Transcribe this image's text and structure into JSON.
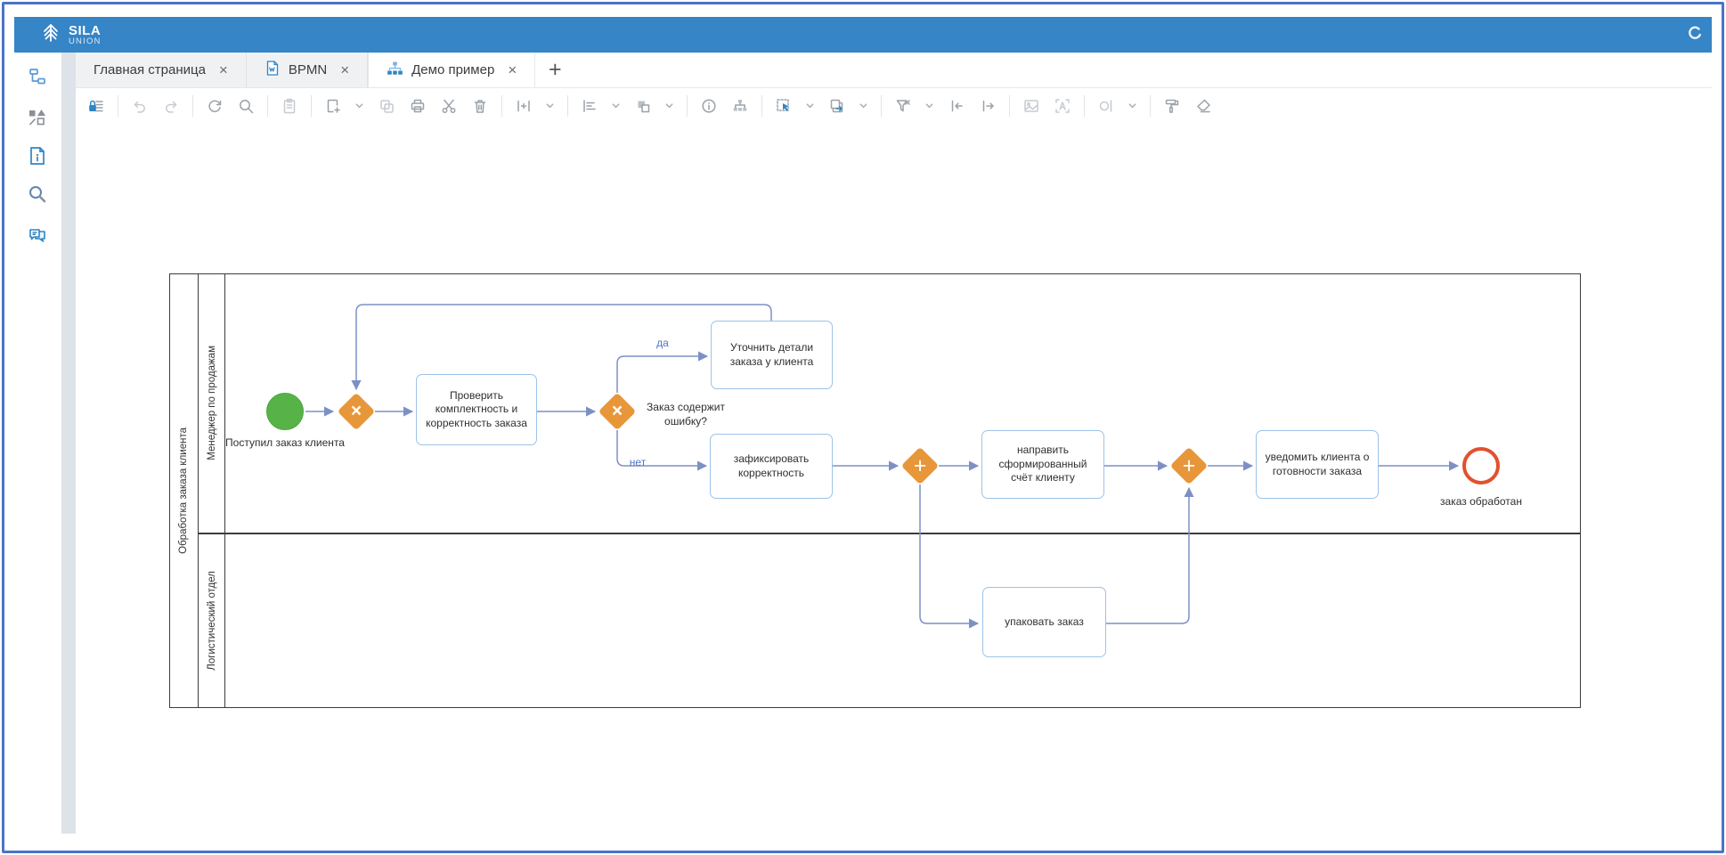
{
  "header": {
    "brand_top": "SILA",
    "brand_bottom": "UNION",
    "icons": [
      "sila-logo-icon",
      "sync-icon"
    ]
  },
  "tabbar": {
    "close_glyph": "×",
    "new_tab_label": "+",
    "tabs": [
      {
        "label": "Главная страница",
        "icon": null,
        "active": false
      },
      {
        "label": "BPMN",
        "icon": "word-document-icon",
        "active": false
      },
      {
        "label": "Демо пример",
        "icon": "diagram-model-icon",
        "active": true
      }
    ]
  },
  "sidebar": {
    "icons": [
      "model-tree-icon",
      "shapes-palette-icon",
      "document-info-icon",
      "search-icon",
      "comments-icon"
    ]
  },
  "toolbar": {
    "icons": [
      "lock-list-icon",
      "undo-icon",
      "redo-icon",
      "refresh-icon",
      "zoom-icon",
      "paste-icon",
      "add-element-icon",
      "copy-icon",
      "print-icon",
      "cut-icon",
      "delete-icon",
      "insert-node-icon",
      "align-icon",
      "arrange-icon",
      "info-icon",
      "hierarchy-icon",
      "partial-select-icon",
      "move-to-icon",
      "filter-icon",
      "collapse-incoming-icon",
      "collapse-outgoing-icon",
      "image-icon",
      "text-annotation-icon",
      "shape-style-icon",
      "format-painter-icon",
      "eraser-icon"
    ]
  },
  "diagram": {
    "pool": {
      "title": "Обработка заказа клиента",
      "lanes": [
        {
          "name": "Менеджер по продажам"
        },
        {
          "name": "Логистический отдел"
        }
      ]
    },
    "symbols": {
      "xor": "×",
      "parallel": "+"
    },
    "nodes": {
      "start_event": {
        "type": "start-event",
        "label": "Поступил заказ клиента"
      },
      "gateway_merge": {
        "type": "exclusive-gateway",
        "label": ""
      },
      "task_check": {
        "type": "task",
        "label": "Проверить комплектность и корректность заказа"
      },
      "gateway_error": {
        "type": "exclusive-gateway",
        "label": "Заказ содержит ошибку?"
      },
      "task_clarify": {
        "type": "task",
        "label": "Уточнить детали заказа у клиента"
      },
      "task_record": {
        "type": "task",
        "label": "зафиксировать корректность"
      },
      "gateway_split": {
        "type": "parallel-gateway",
        "label": ""
      },
      "task_invoice": {
        "type": "task",
        "label": "направить сформированный счёт клиенту"
      },
      "task_pack": {
        "type": "task",
        "label": "упаковать заказ"
      },
      "gateway_join": {
        "type": "parallel-gateway",
        "label": ""
      },
      "task_notify": {
        "type": "task",
        "label": "уведомить клиента о готовности заказа"
      },
      "end_event": {
        "type": "end-event",
        "label": "заказ обработан"
      }
    },
    "edge_labels": {
      "yes": "да",
      "no": "нет"
    }
  },
  "colors": {
    "header_blue": "#3585c7",
    "accent_blue": "#2e85c5",
    "task_border": "#9cc3e8",
    "flow_line": "#7d90c6",
    "gateway_orange": "#e8963a",
    "start_green": "#57b347",
    "end_red": "#e2512e",
    "frame_border": "#4a74c8"
  }
}
